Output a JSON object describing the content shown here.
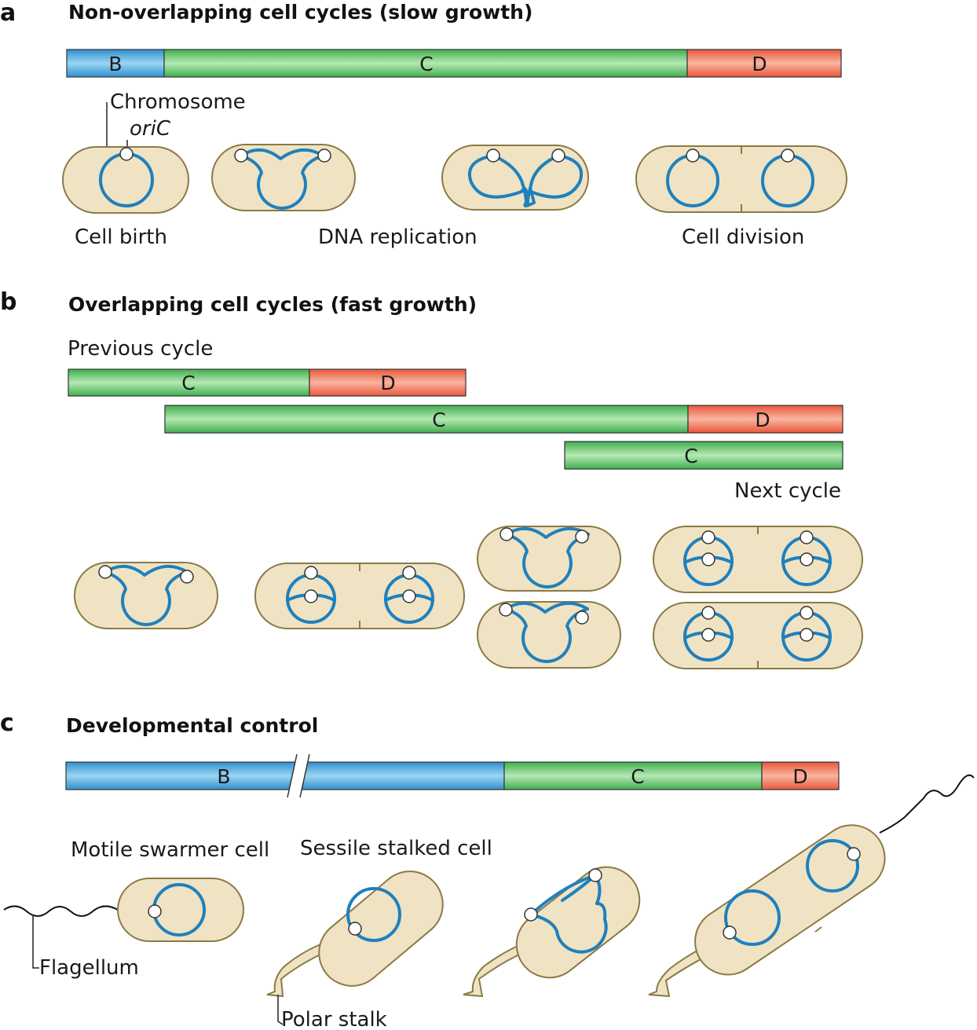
{
  "panels": {
    "a": {
      "letter": "a",
      "title": "Non-overlapping cell cycles (slow growth)",
      "bar": {
        "B": "B",
        "C": "C",
        "D": "D"
      },
      "callouts": {
        "chromosome": "Chromosome",
        "oriC": "oriC"
      },
      "stages": {
        "birth": "Cell birth",
        "replication": "DNA replication",
        "division": "Cell division"
      }
    },
    "b": {
      "letter": "b",
      "title": "Overlapping cell cycles (fast growth)",
      "previous_label": "Previous cycle",
      "next_label": "Next cycle",
      "bar_prev": {
        "C": "C",
        "D": "D"
      },
      "bar_current": {
        "C": "C",
        "D": "D"
      },
      "bar_next": {
        "C": "C"
      }
    },
    "c": {
      "letter": "c",
      "title": "Developmental control",
      "bar": {
        "B": "B",
        "C": "C",
        "D": "D"
      },
      "cells": {
        "swarmer": "Motile swarmer cell",
        "stalked": "Sessile stalked cell"
      },
      "callouts": {
        "flagellum": "Flagellum",
        "stalk": "Polar stalk"
      }
    }
  },
  "colors": {
    "B_phase": "#3ea7de",
    "C_phase": "#5fc46a",
    "D_phase": "#f07a5a",
    "cell_fill": "#efe3c3",
    "dna": "#1f80bd"
  }
}
